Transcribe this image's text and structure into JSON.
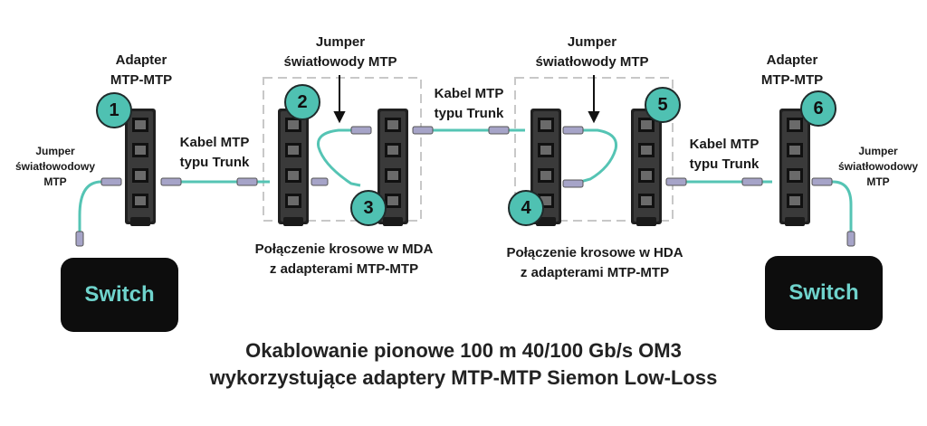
{
  "labels": {
    "adapter_left": [
      "Adapter",
      "MTP-MTP"
    ],
    "adapter_right": [
      "Adapter",
      "MTP-MTP"
    ],
    "jumper_small_left": [
      "Jumper",
      "światłowodowy",
      "MTP"
    ],
    "jumper_small_right": [
      "Jumper",
      "światłowodowy",
      "MTP"
    ],
    "jumper_mda": [
      "Jumper",
      "światłowody MTP"
    ],
    "jumper_hda": [
      "Jumper",
      "światłowody MTP"
    ],
    "trunk_1": [
      "Kabel MTP",
      "typu Trunk"
    ],
    "trunk_2": [
      "Kabel MTP",
      "typu Trunk"
    ],
    "trunk_3": [
      "Kabel MTP",
      "typu Trunk"
    ],
    "cross_mda": [
      "Połączenie krosowe w MDA",
      "z adapterami MTP-MTP"
    ],
    "cross_hda": [
      "Połączenie krosowe w HDA",
      "z adapterami MTP-MTP"
    ]
  },
  "badges": [
    "1",
    "2",
    "3",
    "4",
    "5",
    "6"
  ],
  "switches": [
    "Switch",
    "Switch"
  ],
  "title_lines": [
    "Okablowanie pionowe 100 m 40/100 Gb/s OM3",
    "wykorzystujące adaptery MTP-MTP Siemon Low-Loss"
  ],
  "colors": {
    "cable": "#55c4b4",
    "badge": "#4fc1b2",
    "switch_bg": "#0d0d0d",
    "switch_text": "#6fd3cc",
    "dashed_frame": "#c8c8c8",
    "connector": "#a6a4c8"
  }
}
